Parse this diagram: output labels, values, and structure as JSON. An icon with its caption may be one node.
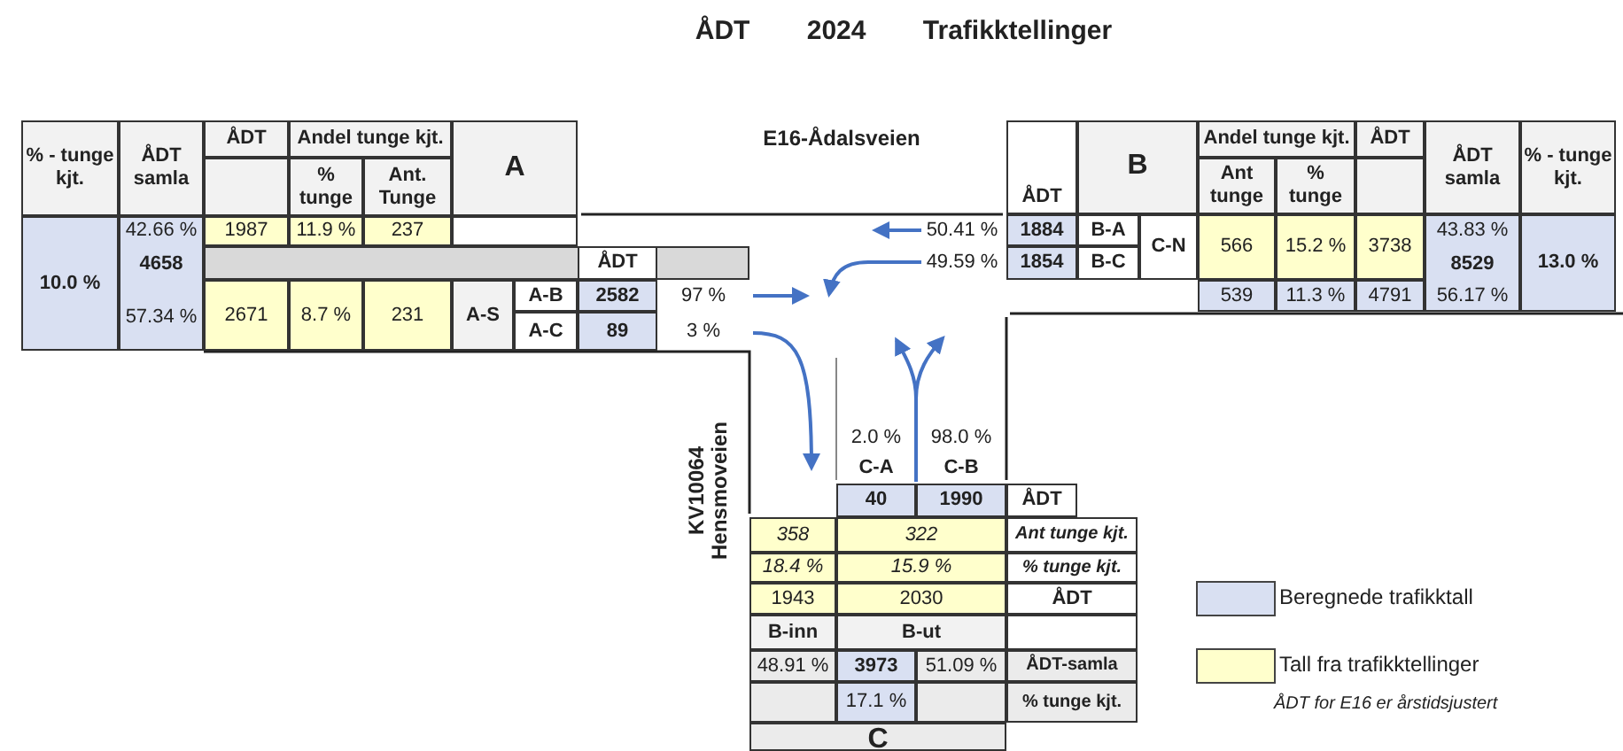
{
  "diagram": {
    "title": "ÅDT 2024 Trafikktellinger",
    "labels": [
      "% - tunge kjt.",
      "ÅDT samla",
      "ÅDT",
      "Andel tunge kjt.",
      "% tunge",
      "Ant. Tunge",
      "A",
      "E16-Ådalsveien",
      "ÅDT",
      "B",
      "Andel tunge kjt.",
      "ÅDT",
      "Ant tunge",
      "% tunge",
      "ÅDT samla",
      "% - tunge kjt.",
      "42.66 %",
      "1987",
      "11.9 %",
      "237",
      "50.41 %",
      "1884",
      "B-A",
      "C-N",
      "566",
      "15.2 %",
      "3738",
      "43.83 %",
      "10.0 %",
      "4658",
      "ÅDT",
      "49.59 %",
      "1854",
      "B-C",
      "8529",
      "13.0 %",
      "2671",
      "8.7 %",
      "231",
      "A-S",
      "A-B",
      "2582",
      "97 %",
      "539",
      "11.3 %",
      "4791",
      "56.17 %",
      "57.34 %",
      "A-C",
      "89",
      "3 %",
      "2.0 %",
      "98.0 %",
      "C-A",
      "C-B",
      "KV10064 Hensmoveien",
      "40",
      "1990",
      "ÅDT",
      "358",
      "322",
      "Ant tunge kjt.",
      "18.4 %",
      "15.9 %",
      "% tunge kjt.",
      "1943",
      "2030",
      "ÅDT",
      "B-inn",
      "B-ut",
      "48.91 %",
      "3973",
      "51.09 %",
      "ÅDT-samla",
      "17.1 %",
      "% tunge kjt.",
      "C",
      "ÅDT for E16 er årstidsjustert"
    ],
    "legend": [
      {
        "text": "Beregnede trafikktall",
        "color": "#d9e0f2"
      },
      {
        "text": "Tall fra trafikktellinger",
        "color": "#ffffcc"
      }
    ]
  }
}
